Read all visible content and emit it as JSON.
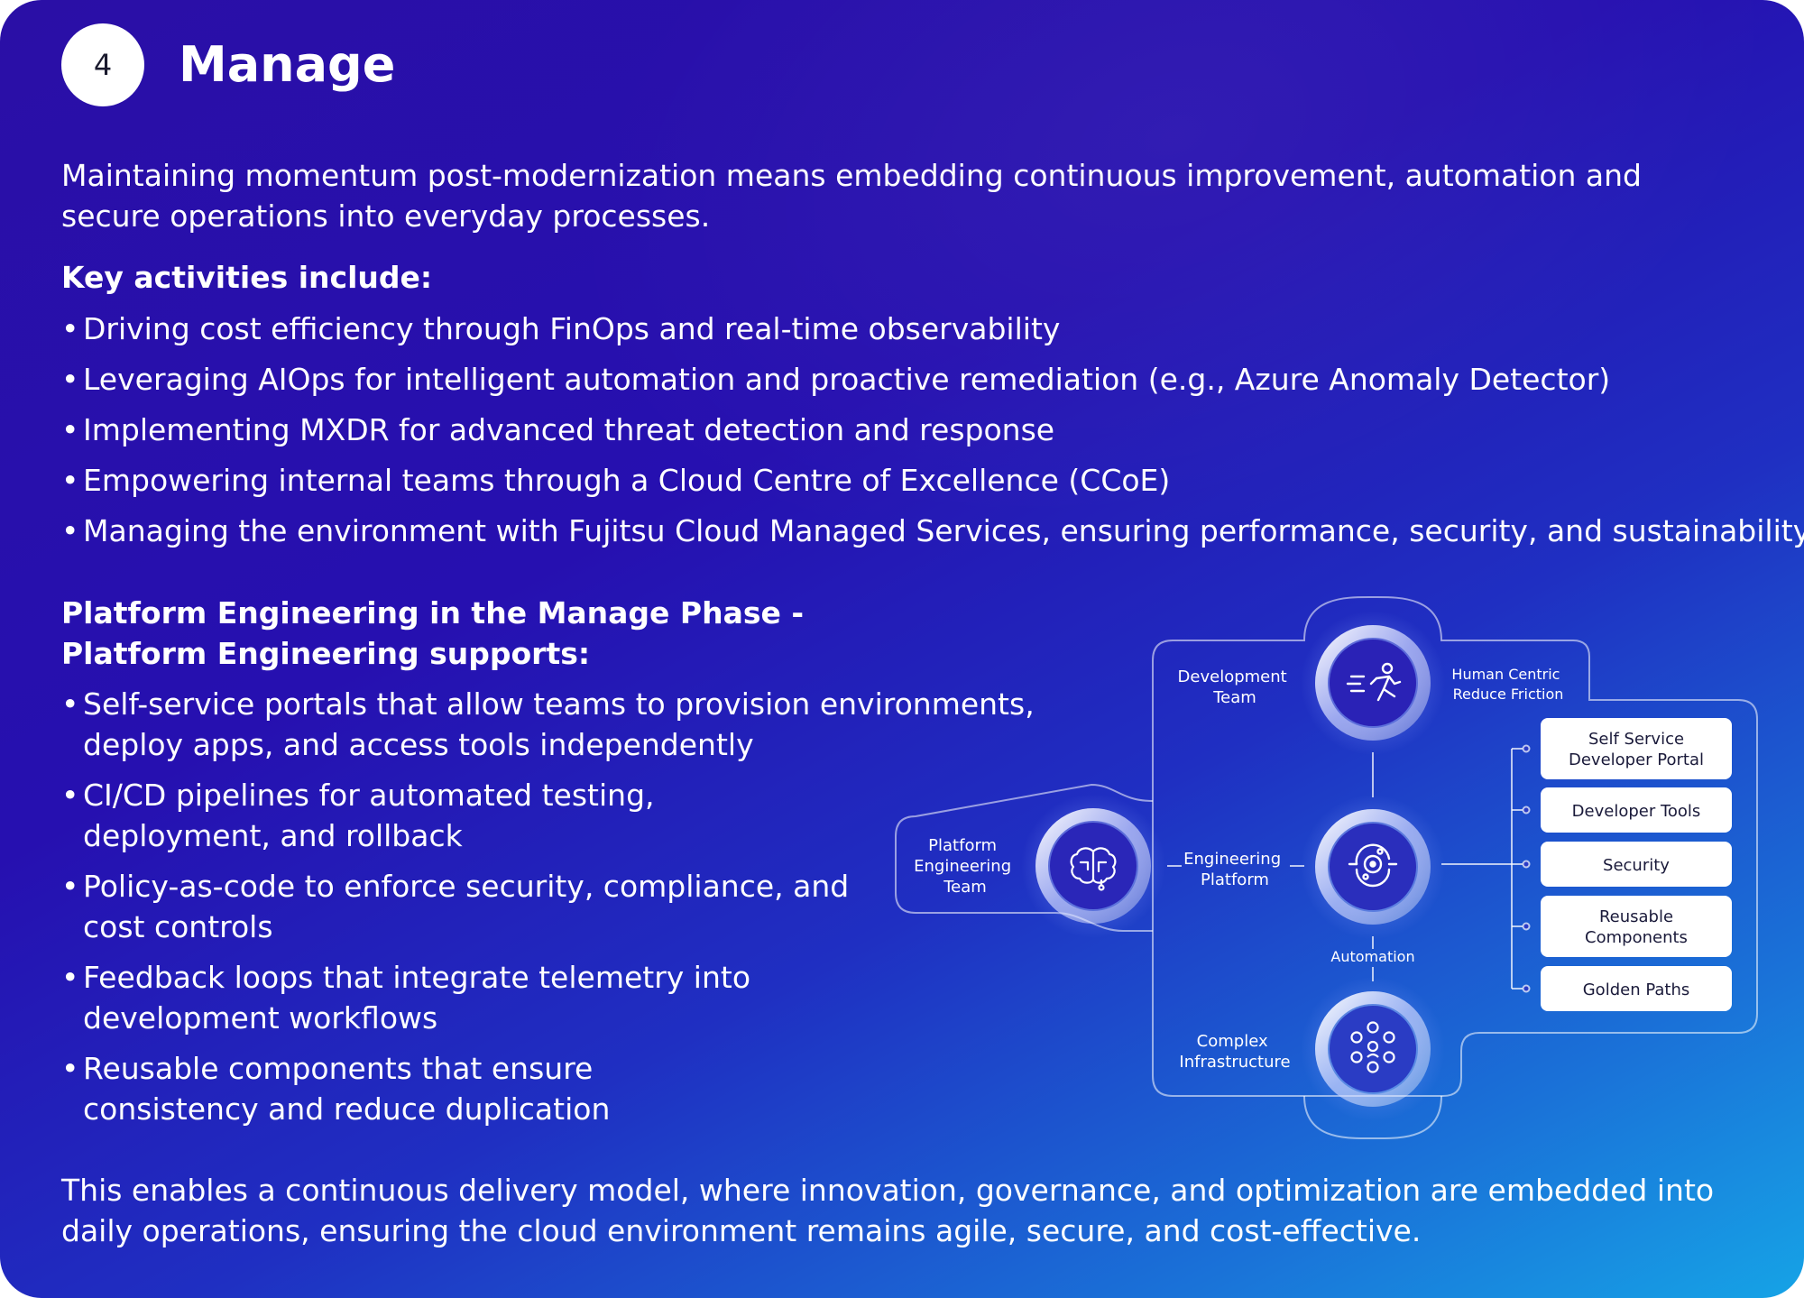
{
  "step": {
    "number": "4",
    "title": "Manage"
  },
  "intro": "Maintaining momentum post-modernization means embedding continuous improvement, automation and secure operations into everyday processes.",
  "key_activities": {
    "heading": "Key activities include:",
    "items": [
      "Driving cost efficiency through FinOps and real-time observability",
      "Leveraging AIOps for intelligent automation and proactive remediation (e.g., Azure Anomaly Detector)",
      "Implementing MXDR for advanced threat detection and response",
      "Empowering internal teams through a Cloud Centre of Excellence (CCoE)",
      "Managing the environment with Fujitsu Cloud Managed Services, ensuring performance, security, and sustainability"
    ]
  },
  "platform_engineering": {
    "heading_line1": "Platform Engineering in the Manage Phase -",
    "heading_line2": "Platform Engineering supports:",
    "items": [
      "Self-service portals that allow teams to provision environments, deploy apps, and access tools independently",
      "CI/CD pipelines for automated testing, deployment, and rollback",
      "Policy-as-code to enforce security, compliance, and cost controls",
      "Feedback loops that integrate telemetry into development workflows",
      "Reusable components that ensure consistency and reduce duplication"
    ]
  },
  "outro": "This enables a continuous delivery model, where innovation, governance, and optimization are embedded into daily operations, ensuring the cloud environment remains agile, secure, and cost-effective.",
  "diagram": {
    "development_team": [
      "Development",
      "Team"
    ],
    "human_centric": [
      "Human Centric",
      "Reduce Friction"
    ],
    "platform_team": [
      "Platform",
      "Engineering",
      "Team"
    ],
    "engineering_platform": [
      "Engineering",
      "Platform"
    ],
    "automation": "Automation",
    "complex_infra": [
      "Complex",
      "Infrastructure"
    ],
    "boxes": [
      [
        "Self Service",
        "Developer Portal"
      ],
      [
        "Developer Tools"
      ],
      [
        "Security"
      ],
      [
        "Reusable",
        "Components"
      ],
      [
        "Golden Paths"
      ]
    ],
    "icons": {
      "development": "running-person-icon",
      "platform": "brain-icon",
      "engineering": "gear-platform-icon",
      "infrastructure": "network-nodes-icon"
    }
  }
}
